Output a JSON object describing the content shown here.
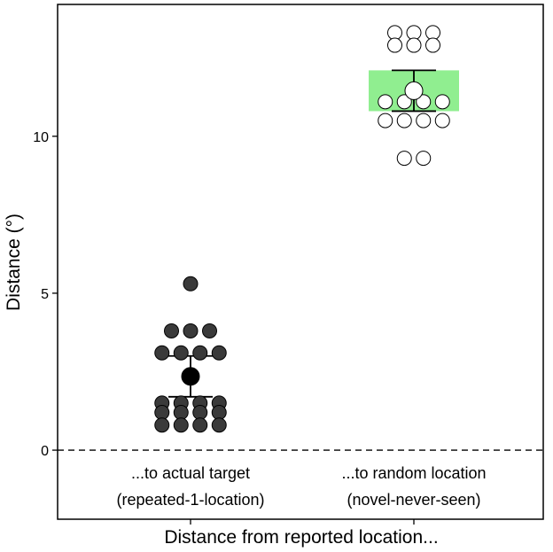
{
  "chart_data": {
    "type": "scatter",
    "xlabel": "Distance from reported location...",
    "ylabel": "Distance (°)",
    "ylim": [
      -2.2,
      14.2
    ],
    "yticks": [
      0,
      5,
      10
    ],
    "reference_line": {
      "y": 0,
      "style": "dashed"
    },
    "categories": [
      {
        "line1": "...to actual target",
        "line2": "(repeated-1-location)"
      },
      {
        "line1": "...to random location",
        "line2": "(novel-never-seen)"
      }
    ],
    "series": [
      {
        "fill": "#3a3a3a",
        "mean_fill": "#000000",
        "box_color": "",
        "mean": 2.35,
        "error": [
          1.7,
          3.0
        ],
        "points": [
          [
            0,
            5.3
          ],
          [
            -1,
            3.8
          ],
          [
            0,
            3.8
          ],
          [
            1,
            3.8
          ],
          [
            -1.5,
            3.1
          ],
          [
            -0.5,
            3.1
          ],
          [
            0.5,
            3.1
          ],
          [
            1.5,
            3.1
          ],
          [
            -1.5,
            1.5
          ],
          [
            -0.5,
            1.5
          ],
          [
            0.5,
            1.5
          ],
          [
            1.5,
            1.5
          ],
          [
            -1.5,
            1.2
          ],
          [
            -0.5,
            1.2
          ],
          [
            0.5,
            1.2
          ],
          [
            1.5,
            1.2
          ],
          [
            -1.5,
            0.8
          ],
          [
            -0.5,
            0.8
          ],
          [
            0.5,
            0.8
          ],
          [
            1.5,
            0.8
          ]
        ]
      },
      {
        "fill": "#ffffff",
        "mean_fill": "#ffffff",
        "box_color": "#90ee90",
        "mean": 11.45,
        "error": [
          10.8,
          12.1
        ],
        "box": [
          10.8,
          12.1
        ],
        "points": [
          [
            -1,
            13.3
          ],
          [
            0,
            13.3
          ],
          [
            1,
            13.3
          ],
          [
            -1,
            12.9
          ],
          [
            0,
            12.9
          ],
          [
            1,
            12.9
          ],
          [
            -1.5,
            11.1
          ],
          [
            -0.5,
            11.1
          ],
          [
            0.5,
            11.1
          ],
          [
            1.5,
            11.1
          ],
          [
            -1.5,
            10.5
          ],
          [
            -0.5,
            10.5
          ],
          [
            0.5,
            10.5
          ],
          [
            1.5,
            10.5
          ],
          [
            -0.5,
            9.3
          ],
          [
            0.5,
            9.3
          ]
        ]
      }
    ]
  }
}
